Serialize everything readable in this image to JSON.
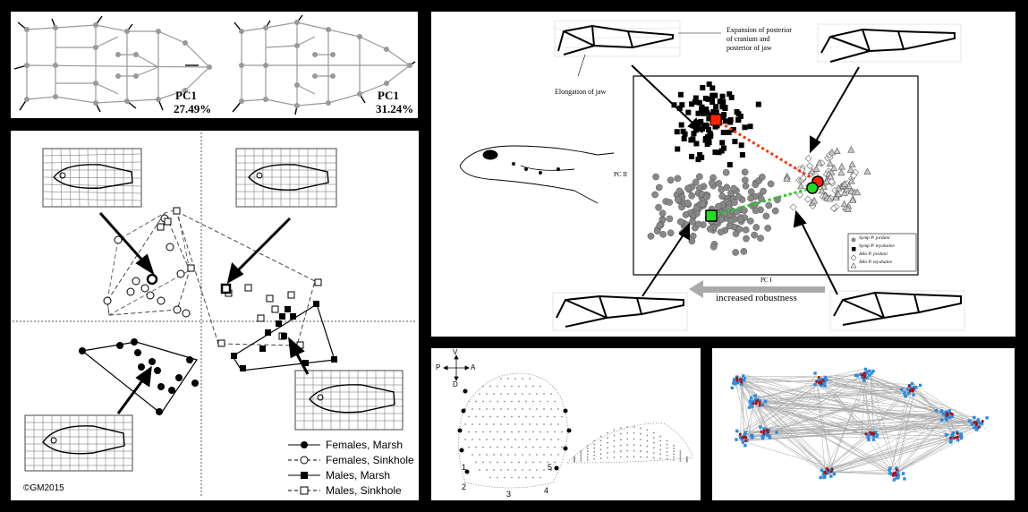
{
  "panel_a": {
    "left_label": "PC1",
    "left_value": "27.49%",
    "right_label": "PC1",
    "right_value": "31.24%"
  },
  "panel_b": {
    "legend": [
      {
        "label": "Females, Marsh",
        "marker": "filled-circle",
        "line": "solid"
      },
      {
        "label": "Females, Sinkhole",
        "marker": "open-circle",
        "line": "dashed"
      },
      {
        "label": "Males, Marsh",
        "marker": "filled-square",
        "line": "solid"
      },
      {
        "label": "Males, Sinkhole",
        "marker": "open-square",
        "line": "dashed"
      }
    ],
    "copyright": "©GM2015"
  },
  "panel_c": {
    "annotation_expansion": "Expansion of posterior of cranium and posterior of jaw",
    "annotation_expansion_lines": [
      "Expansion of posterior",
      "of cranium and",
      "posterior of jaw"
    ],
    "annotation_elongation": "Elongation of jaw",
    "axis_y": "PC II",
    "axis_x": "PC I",
    "arrow_label": "increased robustness",
    "legend": [
      {
        "label": "Symp P. jordani",
        "marker": "grey-circle"
      },
      {
        "label": "Symp P. teyahalee",
        "marker": "black-square"
      },
      {
        "label": "Allo P. jordani",
        "marker": "open-diamond"
      },
      {
        "label": "Allo P. teyahalee",
        "marker": "open-triangle"
      }
    ],
    "colors": {
      "symp_jordani": "#808080",
      "symp_teyahalee": "#000000",
      "red_mean": "#ff2200",
      "green_mean": "#22dd22"
    }
  },
  "panel_d": {
    "orientation": {
      "up": "V",
      "down": "D",
      "left": "P",
      "right": "A"
    },
    "landmarks": [
      "1",
      "2",
      "3",
      "4",
      "5"
    ]
  },
  "panel_e": {
    "colors": {
      "points_blue": "#2b8ce0",
      "points_red": "#b01010",
      "links": "#aaaaaa"
    }
  }
}
